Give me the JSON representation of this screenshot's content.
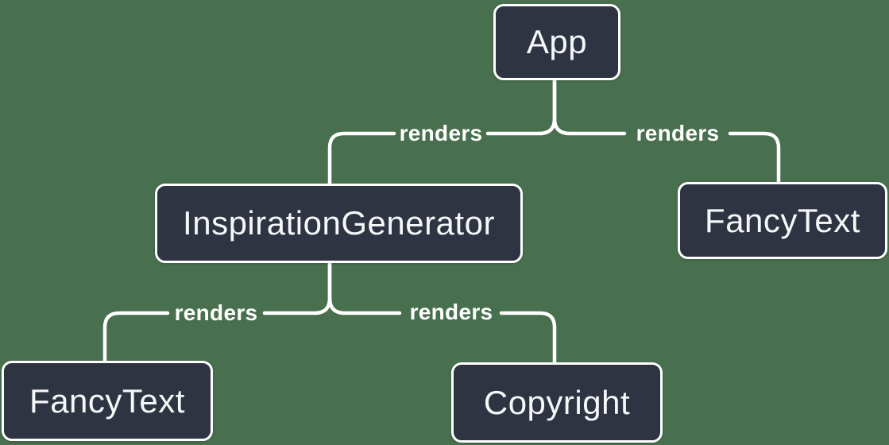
{
  "diagram": {
    "type": "component-render-tree",
    "colors": {
      "background": "#48704E",
      "node_fill": "#2E3442",
      "node_border": "#FFFFFF",
      "node_text": "#F6F7F9",
      "edge_line": "#FFFFFF",
      "edge_label_text": "#FFFFFF"
    },
    "nodes": [
      {
        "id": "app",
        "label": "App"
      },
      {
        "id": "inspiration-generator",
        "label": "InspirationGenerator"
      },
      {
        "id": "fancy-text-top-right",
        "label": "FancyText"
      },
      {
        "id": "fancy-text-bottom-left",
        "label": "FancyText"
      },
      {
        "id": "copyright",
        "label": "Copyright"
      }
    ],
    "edges": [
      {
        "from": "App",
        "to": "InspirationGenerator",
        "label": "renders"
      },
      {
        "from": "App",
        "to": "FancyText",
        "label": "renders"
      },
      {
        "from": "InspirationGenerator",
        "to": "FancyText",
        "label": "renders"
      },
      {
        "from": "InspirationGenerator",
        "to": "Copyright",
        "label": "renders"
      }
    ]
  }
}
